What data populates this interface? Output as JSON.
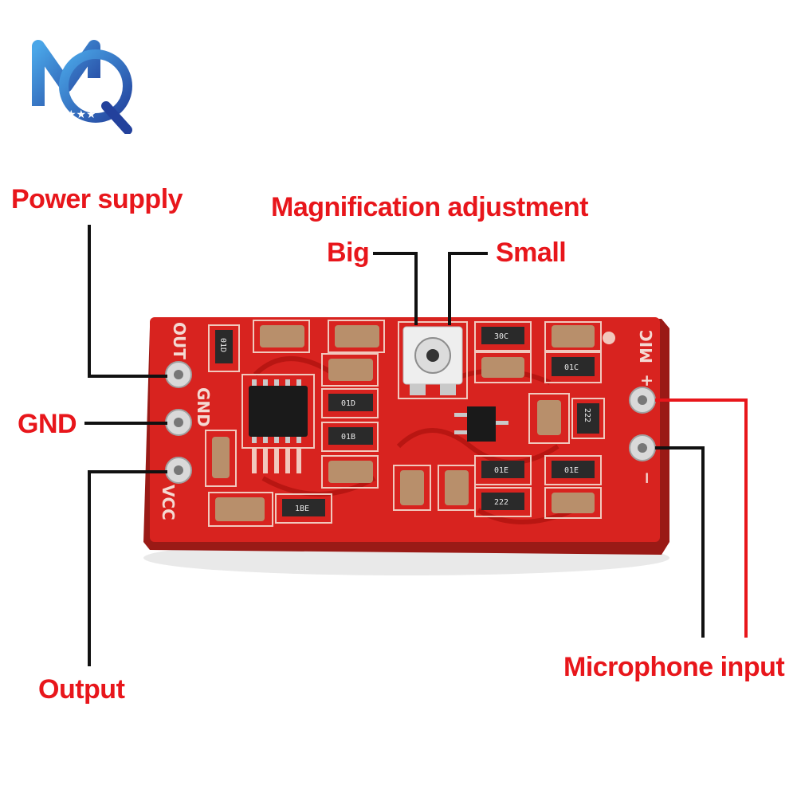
{
  "logo": {
    "text": "MQ",
    "colors": [
      "#2f4fa8",
      "#1e6fd0",
      "#4aa6e8"
    ]
  },
  "callouts": {
    "power_supply": "Power supply",
    "gnd": "GND",
    "output": "Output",
    "magnification": "Magnification adjustment",
    "big": "Big",
    "small": "Small",
    "microphone_input": "Microphone input"
  },
  "board": {
    "silkscreen_left": [
      "OUT",
      "GND",
      "VCC"
    ],
    "silkscreen_right": "MIC",
    "mic_plus": "+",
    "mic_minus": "−",
    "component_codes": [
      "01D",
      "01D",
      "01B",
      "1BE",
      "30C",
      "01C",
      "222",
      "01E",
      "01E",
      "222"
    ],
    "colors": {
      "pcb": "#d8231f",
      "chip": "#1a1a1a",
      "label": "#e8161b"
    }
  }
}
